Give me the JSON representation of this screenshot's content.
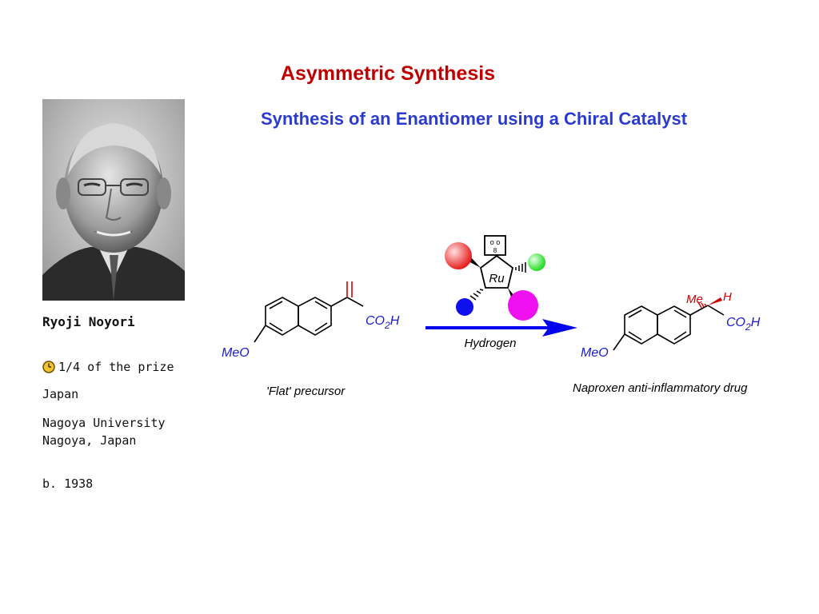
{
  "title": "Asymmetric Synthesis",
  "subtitle": "Synthesis of an Enantiomer using a Chiral Catalyst",
  "bio": {
    "name": "Ryoji Noyori",
    "prize_share": "1/4 of the prize",
    "country": "Japan",
    "affiliation_line1": "Nagoya University",
    "affiliation_line2": "Nagoya, Japan",
    "born": "b. 1938"
  },
  "scheme": {
    "reactant_meo": "MeO",
    "reactant_co2": "CO",
    "reactant_sub": "2",
    "reactant_h": "H",
    "reactant_caption": "'Flat' precursor",
    "catalyst_metal": "Ru",
    "catalyst_box": "o  o",
    "catalyst_box_sub": "8",
    "reagent": "Hydrogen",
    "product_meo": "MeO",
    "product_me": "Me",
    "product_h_stereo": "H",
    "product_co2": "CO",
    "product_sub": "2",
    "product_h": "H",
    "product_caption": "Naproxen anti-inflammatory drug"
  },
  "colors": {
    "title": "#c00000",
    "subtitle": "#2b3ccc",
    "structure_label": "#1a1acc",
    "stereo_label": "#d00000",
    "arrow": "#0000ee",
    "ball_red": "#e82020",
    "ball_green": "#22dd22",
    "ball_blue": "#1010ee",
    "ball_magenta": "#ee10ee"
  }
}
